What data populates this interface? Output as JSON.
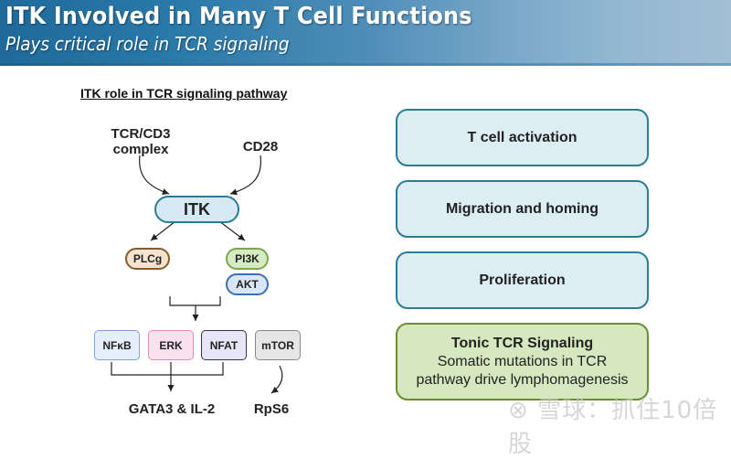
{
  "header": {
    "title": "ITK Involved in Many T Cell Functions",
    "subtitle": "Plays critical role in TCR signaling"
  },
  "diagram": {
    "title": "ITK role in TCR signaling pathway",
    "inputs": {
      "tcr_line1": "TCR/CD3",
      "tcr_line2": "complex",
      "cd28": "CD28"
    },
    "itk": "ITK",
    "plcg": "PLCg",
    "pi3k": "PI3K",
    "akt": "AKT",
    "nfkb": "NFκB",
    "erk": "ERK",
    "nfat": "NFAT",
    "mtor": "mTOR",
    "gata3": "GATA3 & IL-2",
    "rps6": "RpS6"
  },
  "functions": {
    "items": [
      {
        "label": "T cell activation"
      },
      {
        "label": "Migration and homing"
      },
      {
        "label": "Proliferation"
      }
    ],
    "tonic": {
      "title": "Tonic TCR Signaling",
      "line2": "Somatic mutations in TCR",
      "line3": "pathway drive lymphomagenesis"
    }
  },
  "colors": {
    "header_blue": "#1f6a9a",
    "function_border": "#2a7d93",
    "function_fill": "#dcedf3",
    "tonic_border": "#6b8e2e",
    "tonic_fill": "#d5e8bf"
  },
  "watermark": {
    "icon": "snowball-logo-icon",
    "text": "雪球：抓住10倍股"
  }
}
